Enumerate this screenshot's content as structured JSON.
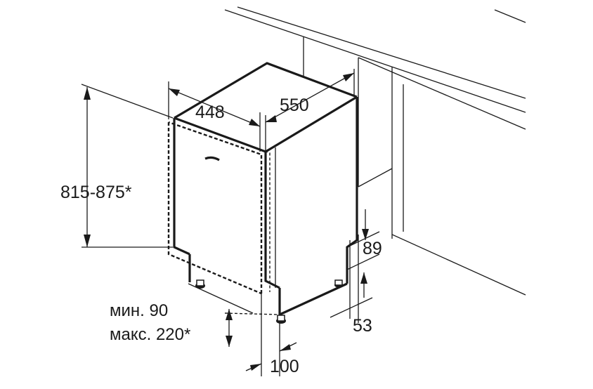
{
  "dimensions": {
    "width": "448",
    "depth": "550",
    "height": "815-875*",
    "plinth_top": "89",
    "plinth_bottom": "53",
    "door_offset_min": "мин. 90",
    "door_offset_max": "макс. 220*",
    "door_gap": "100"
  },
  "colors": {
    "line": "#1a1a1a",
    "background": "#ffffff"
  }
}
